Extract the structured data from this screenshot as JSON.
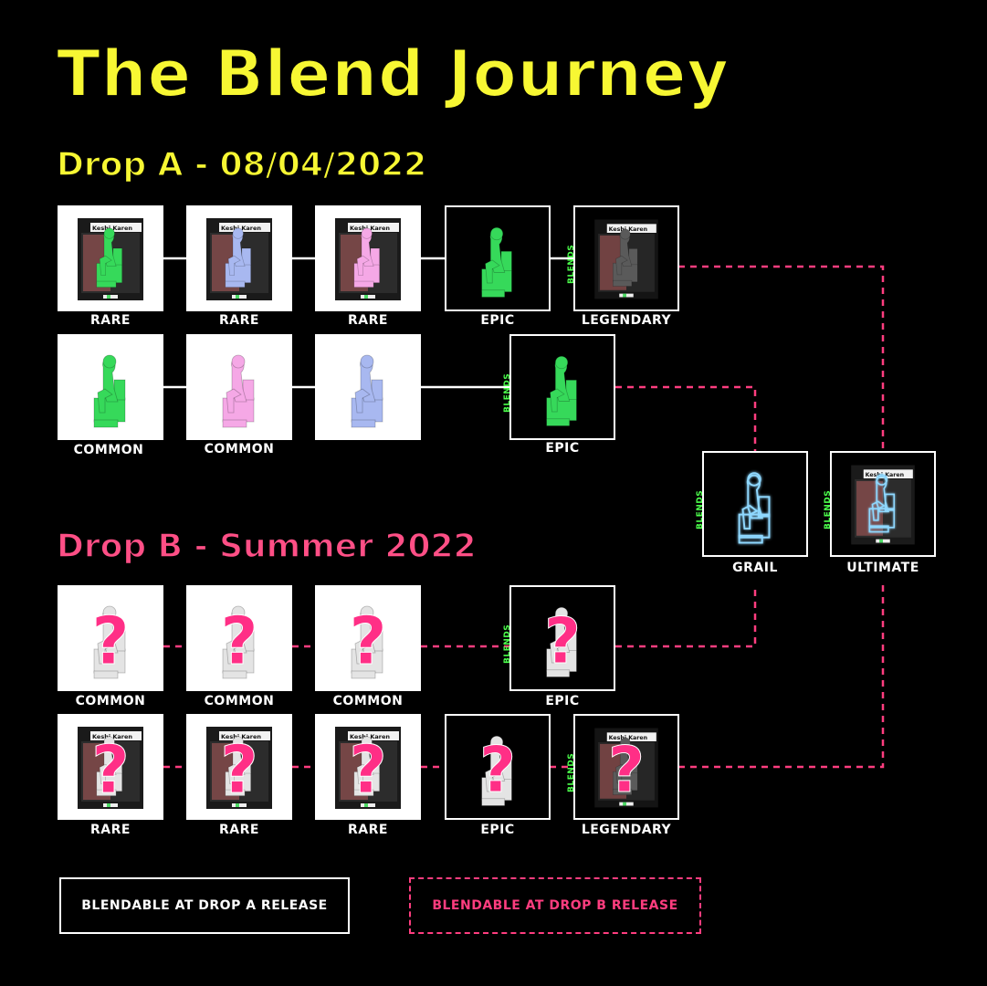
{
  "title": "The Blend Journey",
  "drop_a": {
    "heading": "Drop A - 08/04/2022"
  },
  "drop_b": {
    "heading": "Drop B - Summer 2022"
  },
  "blends_tag": "BLENDS",
  "box_brand": "Keshi Karen",
  "mystery_mark": "?",
  "colors": {
    "title_yellow": "#f7f733",
    "drop_b_pink": "#ff4f86",
    "dashed_pink": "#ff3d7f",
    "blends_green": "#4cff4c",
    "figure_green": "#36d95a",
    "figure_pink": "#f5a8e6",
    "figure_blue": "#a8b8f0",
    "neon_blue": "#8fd8ff"
  },
  "cards": [
    {
      "id": "a1",
      "label": "RARE",
      "style": "white",
      "kind": "box",
      "figure": "green",
      "blends": false,
      "mystery": false
    },
    {
      "id": "a2",
      "label": "RARE",
      "style": "white",
      "kind": "box",
      "figure": "blue",
      "blends": false,
      "mystery": false
    },
    {
      "id": "a3",
      "label": "RARE",
      "style": "white",
      "kind": "box",
      "figure": "pink",
      "blends": false,
      "mystery": false
    },
    {
      "id": "a4",
      "label": "EPIC",
      "style": "dark",
      "kind": "figure",
      "figure": "green",
      "blends": false,
      "mystery": false
    },
    {
      "id": "a5",
      "label": "LEGENDARY",
      "style": "dark",
      "kind": "box",
      "figure": "dark",
      "blends": true,
      "mystery": false
    },
    {
      "id": "a6",
      "label": "COMMON",
      "style": "white",
      "kind": "figure",
      "figure": "green",
      "blends": false,
      "mystery": false
    },
    {
      "id": "a7",
      "label": "COMMON",
      "style": "white",
      "kind": "figure",
      "figure": "pink",
      "blends": false,
      "mystery": false
    },
    {
      "id": "a8",
      "label": "",
      "style": "white",
      "kind": "figure",
      "figure": "blue",
      "blends": false,
      "mystery": false
    },
    {
      "id": "a9",
      "label": "EPIC",
      "style": "dark",
      "kind": "figure",
      "figure": "green",
      "blends": true,
      "mystery": false
    },
    {
      "id": "g",
      "label": "GRAIL",
      "style": "dark",
      "kind": "figure",
      "figure": "neon",
      "blends": true,
      "mystery": false
    },
    {
      "id": "u",
      "label": "ULTIMATE",
      "style": "dark",
      "kind": "box",
      "figure": "neon",
      "blends": true,
      "mystery": false
    },
    {
      "id": "b1",
      "label": "COMMON",
      "style": "white",
      "kind": "figure",
      "figure": "white",
      "blends": false,
      "mystery": true
    },
    {
      "id": "b2",
      "label": "COMMON",
      "style": "white",
      "kind": "figure",
      "figure": "white",
      "blends": false,
      "mystery": true
    },
    {
      "id": "b3",
      "label": "COMMON",
      "style": "white",
      "kind": "figure",
      "figure": "white",
      "blends": false,
      "mystery": true
    },
    {
      "id": "b4",
      "label": "EPIC",
      "style": "dark",
      "kind": "figure",
      "figure": "white",
      "blends": true,
      "mystery": true
    },
    {
      "id": "b5",
      "label": "RARE",
      "style": "white",
      "kind": "box",
      "figure": "white",
      "blends": false,
      "mystery": true
    },
    {
      "id": "b6",
      "label": "RARE",
      "style": "white",
      "kind": "box",
      "figure": "white",
      "blends": false,
      "mystery": true
    },
    {
      "id": "b7",
      "label": "RARE",
      "style": "white",
      "kind": "box",
      "figure": "white",
      "blends": false,
      "mystery": true
    },
    {
      "id": "b8",
      "label": "EPIC",
      "style": "dark",
      "kind": "figure",
      "figure": "white",
      "blends": false,
      "mystery": true
    },
    {
      "id": "b9",
      "label": "LEGENDARY",
      "style": "dark",
      "kind": "box",
      "figure": "dark",
      "blends": true,
      "mystery": true
    }
  ],
  "legend": {
    "solid_label": "BLENDABLE AT DROP A RELEASE",
    "dashed_label": "BLENDABLE AT DROP B RELEASE"
  }
}
